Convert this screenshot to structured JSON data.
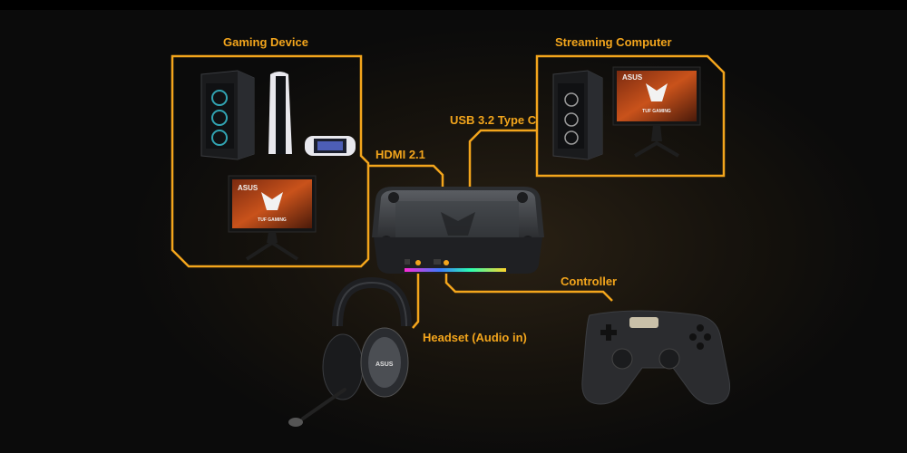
{
  "labels": {
    "gaming_device": "Gaming Device",
    "streaming_computer": "Streaming Computer",
    "hdmi": "HDMI 2.1",
    "usb": "USB 3.2 Type C",
    "controller": "Controller",
    "headset": "Headset (Audio in)"
  },
  "brand": {
    "monitor_brand": "ASUS",
    "monitor_tag": "TUF GAMING",
    "headset_brand": "ASUS"
  },
  "colors": {
    "accent": "#f3a51c",
    "background": "#0b0b0b"
  }
}
